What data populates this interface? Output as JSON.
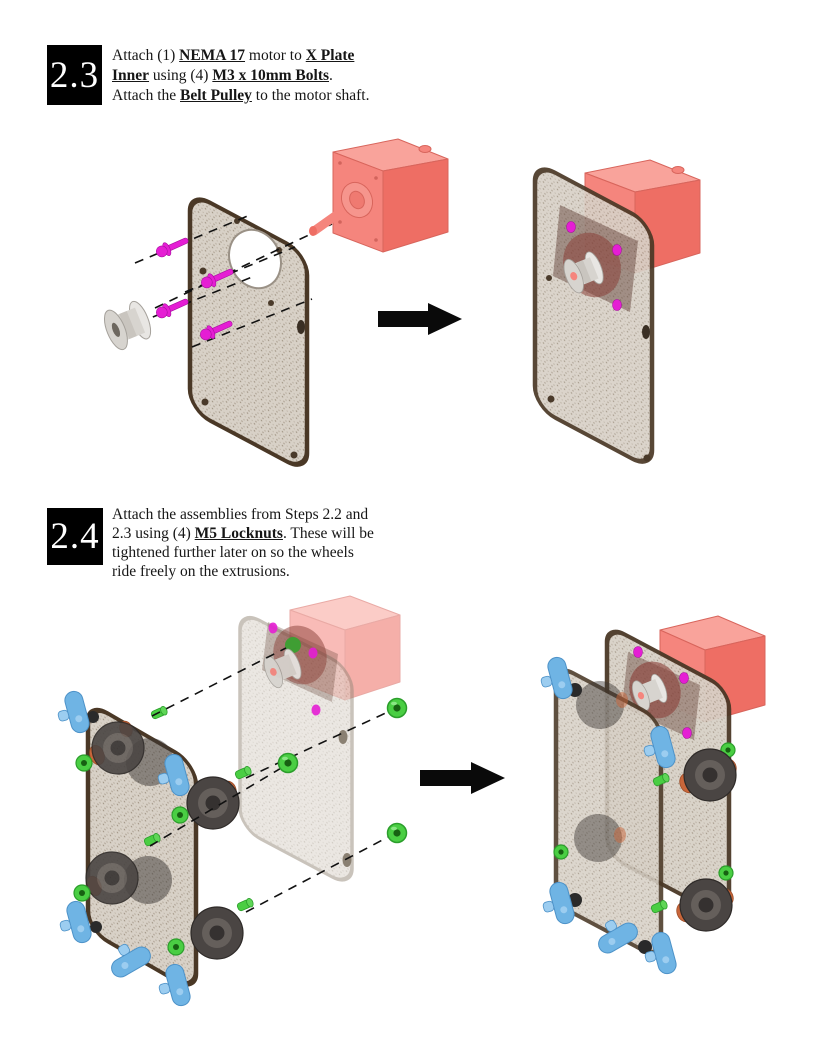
{
  "steps": [
    {
      "number": "2.3",
      "lines": [
        [
          {
            "t": "Attach (1) "
          },
          {
            "t": "NEMA 17",
            "k": true
          },
          {
            "t": " motor to "
          },
          {
            "t": "X Plate ",
            "k": true
          }
        ],
        [
          {
            "t": "Inner",
            "k": true
          },
          {
            "t": " using (4) "
          },
          {
            "t": "M3 x 10mm Bolts",
            "k": true
          },
          {
            "t": "."
          }
        ],
        [
          {
            "t": "Attach the "
          },
          {
            "t": "Belt Pulley",
            "k": true
          },
          {
            "t": " to the motor shaft."
          }
        ]
      ]
    },
    {
      "number": "2.4",
      "lines": [
        [
          {
            "t": "Attach the assemblies from Steps 2.2 and"
          }
        ],
        [
          {
            "t": "2.3 using (4) "
          },
          {
            "t": "M5 Locknuts",
            "k": true
          },
          {
            "t": ". These will be"
          }
        ],
        [
          {
            "t": "tightened further later on so the wheels"
          }
        ],
        [
          {
            "t": "ride freely on the extrusions."
          }
        ]
      ]
    }
  ],
  "figures": [
    {
      "name": "step-2-3-motor-mounting",
      "arrow_icon": "arrow-right-icon"
    },
    {
      "name": "step-2-4-plate-joining",
      "arrow_icon": "arrow-right-icon"
    }
  ],
  "colors": {
    "step_box_bg": "#000000",
    "step_box_text": "#ffffff",
    "text": "#161616",
    "arrow": "#0a0a0a",
    "motor_front": "#f5857d",
    "motor_side": "#ee6e64",
    "motor_top": "#f9a39b",
    "motor_line": "#d8655c",
    "plate_face": "#d8d1c7",
    "plate_speckle": "#9c8f7d",
    "plate_edge": "#4a3826",
    "bolt_magenta": "#e51ed4",
    "bolt_line": "#a912a0",
    "locknut_green": "#4ace43",
    "locknut_rim": "#2b9e2b",
    "locknut_core": "#176112",
    "spacer_blue": "#6fb4e4",
    "spacer_blue_light": "#9ccdf0",
    "spacer_blue_line": "#4d92c8",
    "spacer_copper": "#c9663a",
    "wheel_dark": "#4a4543",
    "wheel_ring": "#655f5b",
    "pulley_light": "#e8e6e3",
    "pulley_mid": "#d7d4cf",
    "pulley_dark": "#a5a19b",
    "boss_red": "#8a4038",
    "hole_dark": "#4a3a2a",
    "ghost_line": "#95897a"
  }
}
